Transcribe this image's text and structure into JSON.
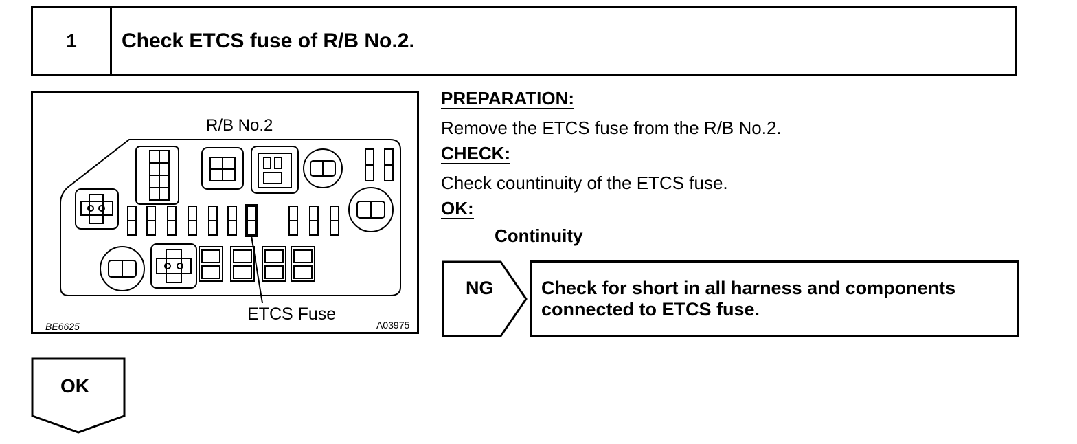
{
  "step": {
    "number": "1",
    "title": "Check ETCS fuse of R/B No.2."
  },
  "figure": {
    "title": "R/B No.2",
    "callout": "ETCS Fuse",
    "code_left": "BE6625",
    "code_right": "A03975"
  },
  "instructions": {
    "preparation_heading": "PREPARATION:",
    "preparation_text": "Remove the ETCS fuse from the R/B No.2.",
    "check_heading": "CHECK:",
    "check_text": "Check countinuity of the ETCS fuse.",
    "ok_heading": "OK:",
    "ok_text": "Continuity"
  },
  "results": {
    "ng_label": "NG",
    "ng_text_line1": "Check for short in all harness and components",
    "ng_text_line2": "connected to ETCS fuse.",
    "ok_label": "OK"
  }
}
